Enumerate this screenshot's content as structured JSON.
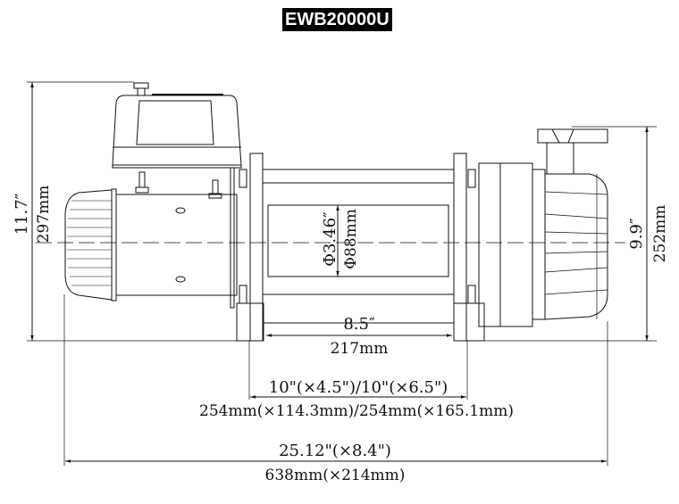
{
  "title": "EWB20000U",
  "dimensions": {
    "overall_height": {
      "inch": "11.7″",
      "mm": "297mm"
    },
    "drum_height": {
      "inch": "9.9″",
      "mm": "252mm"
    },
    "drum_diameter": {
      "inch": "Φ3.46″",
      "mm": "Φ88mm"
    },
    "drum_length": {
      "inch": "8.5″",
      "mm": "217mm"
    },
    "mounting": {
      "inch": "10\"(×4.5\")/10\"(×6.5\")",
      "mm": "254mm(×114.3mm)/254mm(×165.1mm)"
    },
    "overall_length": {
      "inch": "25.12\"(×8.4\")",
      "mm": "638mm(×214mm)"
    }
  },
  "colors": {
    "line": "#111111",
    "background": "#ffffff",
    "title_bg": "#000000"
  }
}
